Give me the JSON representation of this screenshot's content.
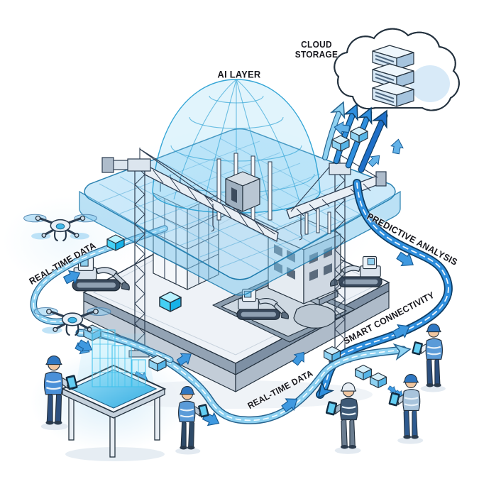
{
  "labels": {
    "cloud_storage": "CLOUD STORAGE",
    "ai_layer": "AI LAYER",
    "real_time_data_left": "REAL-TIME DATA",
    "predictive_analysis": "PREDICTIVE ANALYSIS",
    "smart_connectivity": "SMART CONNECTIVITY",
    "real_time_data_bottom": "REAL-TIME DATA"
  },
  "colors": {
    "background": "#ffffff",
    "flow_blue_dark": "#1f7fd6",
    "flow_blue_light": "#8fd2f2",
    "glass_layer_blue": "#8ecdf0",
    "outline_navy": "#22384e",
    "label_text": "#17171d",
    "platform_gray": "#94a5b6",
    "screen_cyan": "#54c2ec",
    "helmet_blue": "#2f77c2",
    "vest_blue": "#4a90d8",
    "skin": "#f2c7a0"
  },
  "icons": [
    {
      "name": "cloud-storage-icon",
      "count": 1
    },
    {
      "name": "server-stack-icon",
      "count": 1
    },
    {
      "name": "ai-dome-icon",
      "count": 1
    },
    {
      "name": "ai-glass-layer",
      "count": 1
    },
    {
      "name": "tower-crane-icon",
      "count": 2
    },
    {
      "name": "excavator-icon",
      "count": 3
    },
    {
      "name": "drone-icon",
      "count": 2
    },
    {
      "name": "construction-worker-icon",
      "count": 5
    },
    {
      "name": "holographic-table-icon",
      "count": 1
    },
    {
      "name": "data-packet-icon",
      "count": 9
    },
    {
      "name": "flow-arrow-icon",
      "count": 14
    }
  ]
}
